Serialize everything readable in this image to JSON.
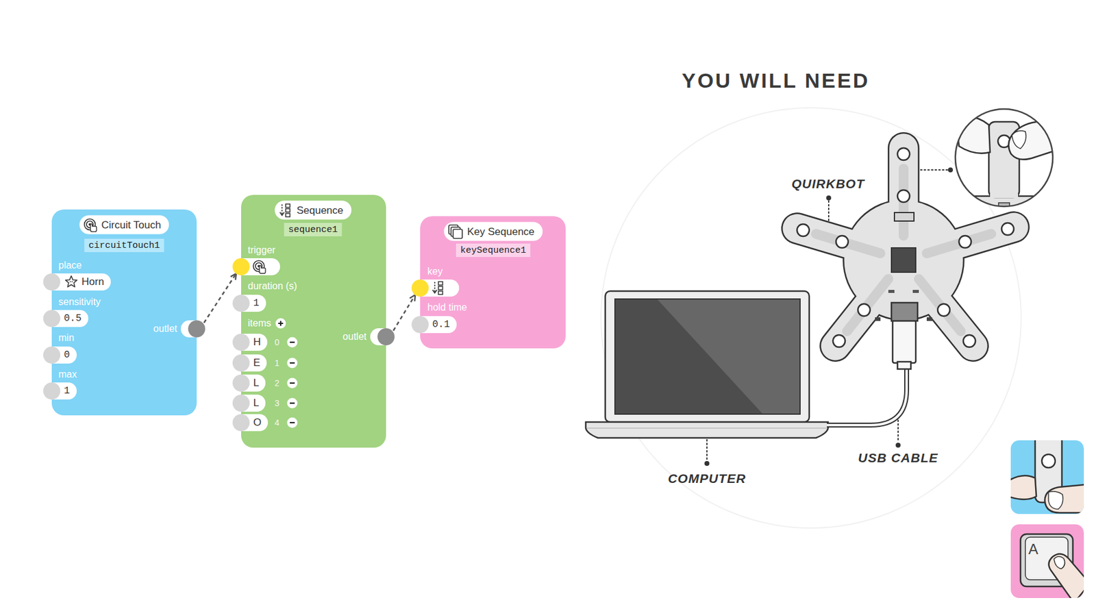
{
  "diagram": {
    "title": "YOU WILL NEED",
    "nodes": [
      {
        "text": [
          "Circuit Touch",
          "circuitTouch1",
          "place",
          "Horn",
          "sensitivity",
          "0.5",
          "min",
          "0",
          "max",
          "1",
          "outlet"
        ]
      },
      {
        "text": [
          "Sequence",
          "sequence1",
          "trigger",
          "duration (s)",
          "1",
          "items",
          "H",
          "0",
          "E",
          "1",
          "L",
          "2",
          "L",
          "3",
          "O",
          "4",
          "outlet"
        ]
      },
      {
        "text": [
          "Key Sequence",
          "keySequence1",
          "key",
          "hold time",
          "0.1"
        ]
      }
    ],
    "edges": [
      {
        "from": 0,
        "to": 1,
        "arrow": "to"
      },
      {
        "from": 1,
        "to": 2,
        "arrow": "to"
      }
    ],
    "labels": [
      "QUIRKBOT",
      "COMPUTER",
      "USB CABLE",
      "A"
    ]
  }
}
